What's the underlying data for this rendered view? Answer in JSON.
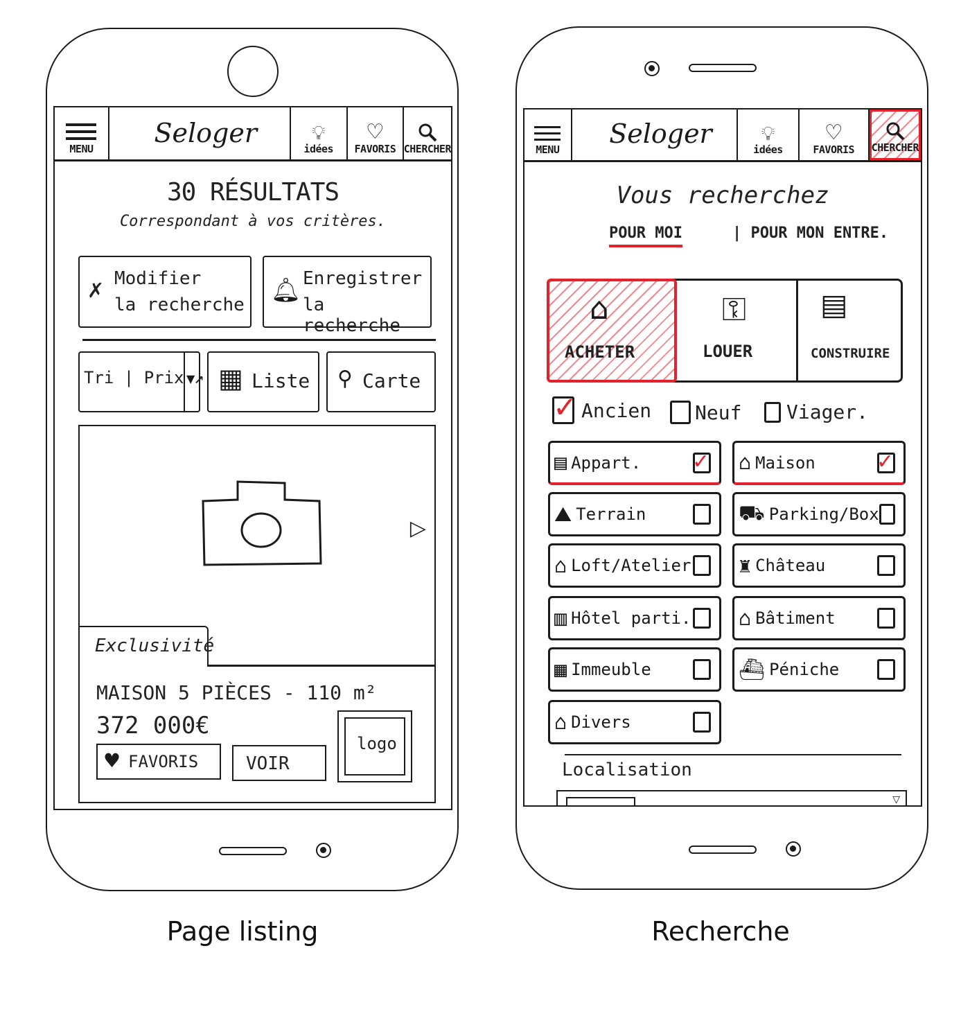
{
  "listing": {
    "caption": "Page listing",
    "topbar": {
      "menu_label": "MENU",
      "brand": "Seloger",
      "idees_label": "idées",
      "favoris_label": "FAVORIS",
      "chercher_label": "CHERCHER"
    },
    "results_title": "30 RÉSULTATS",
    "results_subtitle": "Correspondant à vos critères.",
    "modifier_line1": "Modifier",
    "modifier_line2": "la recherche",
    "enregistrer_line1": "Enregistrer",
    "enregistrer_line2": "la recherche",
    "tri_label": "Tri | Prix ↗",
    "liste_label": "Liste",
    "carte_label": "Carte",
    "exclusivite_label": "Exclusivité",
    "listing_title": "MAISON 5 PIÈCES - 110 m²",
    "price": "372 000€",
    "favoris_button": "FAVORIS",
    "voir_button": "VOIR",
    "logo_label": "logo"
  },
  "recherche": {
    "caption": "Recherche",
    "topbar": {
      "menu_label": "MENU",
      "brand": "Seloger",
      "idees_label": "idées",
      "favoris_label": "FAVORIS",
      "chercher_label": "CHERCHER"
    },
    "heading": "Vous recherchez",
    "tab_pour_moi": "POUR MOI",
    "tab_entreprise": "| POUR MON ENTRE.",
    "mode_acheter": "ACHETER",
    "mode_louer": "LOUER",
    "mode_construire": "CONSTRUIRE",
    "etat_ancien": "Ancien",
    "etat_neuf": "Neuf",
    "etat_viager": "Viager.",
    "types": [
      {
        "label": "Appart.",
        "checked": true
      },
      {
        "label": "Maison",
        "checked": true
      },
      {
        "label": "Terrain",
        "checked": false
      },
      {
        "label": "Parking/Box",
        "checked": false
      },
      {
        "label": "Loft/Atelier",
        "checked": false
      },
      {
        "label": "Château",
        "checked": false
      },
      {
        "label": "Hôtel parti.",
        "checked": false
      },
      {
        "label": "Bâtiment",
        "checked": false
      },
      {
        "label": "Immeuble",
        "checked": false
      },
      {
        "label": "Péniche",
        "checked": false
      },
      {
        "label": "Divers",
        "checked": false
      }
    ],
    "localisation_label": "Localisation"
  },
  "colors": {
    "accent_red": "#e3222e",
    "ink": "#1b1b1b"
  }
}
